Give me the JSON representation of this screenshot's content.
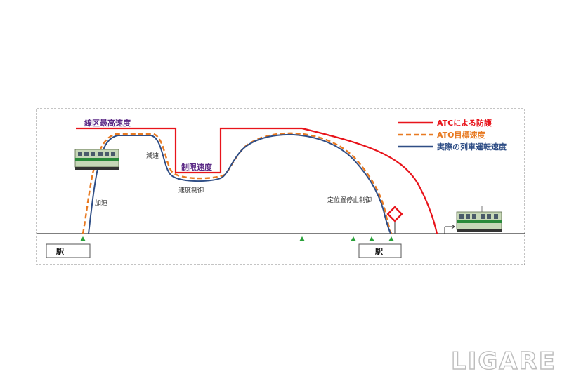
{
  "labels": {
    "max_speed": "線区最高速度",
    "limit_speed": "制限速度",
    "accel": "加速",
    "decel": "減速",
    "speed_control": "速度制御",
    "fixed_stop": "定位置停止制御",
    "station_left": "駅",
    "station_right": "駅"
  },
  "legend": {
    "atc": "ATCによる防護",
    "ato": "ATO目標速度",
    "actual": "実際の列車運転速度"
  },
  "watermark": "LIGARE",
  "colors": {
    "atc": "#e8141b",
    "ato": "#e87a22",
    "actual": "#2f4e86",
    "max_speed_label": "#5b2a86",
    "ground_marker": "#2aa13a",
    "frame": "#777777"
  }
}
